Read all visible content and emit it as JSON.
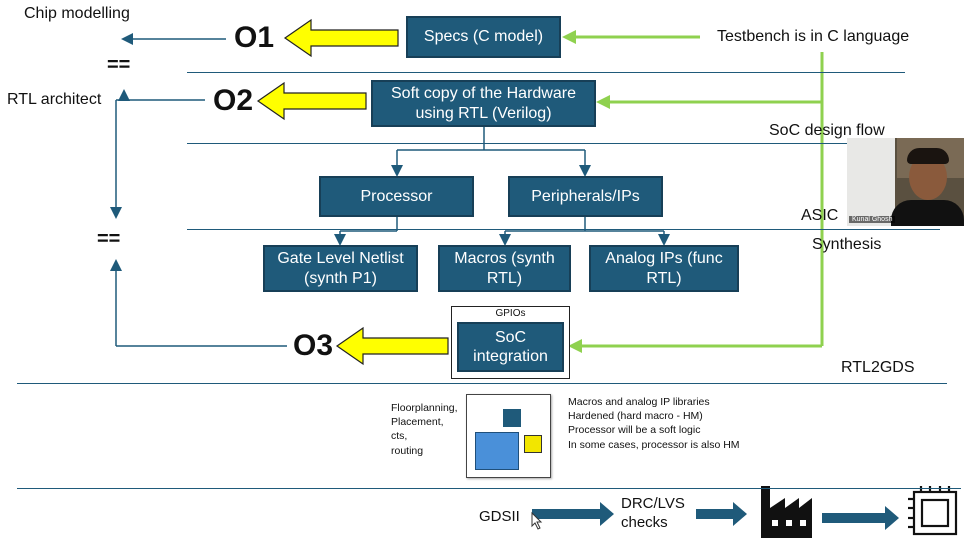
{
  "left_labels": {
    "chip_modelling": "Chip modelling",
    "rtl_architect": "RTL architect",
    "eq1": "==",
    "eq2": "=="
  },
  "outputs": {
    "o1": "O1",
    "o2": "O2",
    "o3": "O3"
  },
  "boxes": {
    "specs": "Specs (C model)",
    "soft_copy": "Soft copy of the Hardware using RTL (Verilog)",
    "processor": "Processor",
    "peripherals": "Peripherals/IPs",
    "gate_level": "Gate Level Netlist (synth P1)",
    "macros": "Macros (synth RTL)",
    "analog": "Analog IPs (func RTL)",
    "soc_integration": "SoC integration",
    "gpios": "GPIOs"
  },
  "right_labels": {
    "testbench": "Testbench is in C language",
    "soc_flow": "SoC design flow",
    "asic": "ASIC",
    "synthesis": "Synthesis",
    "rtl2gds": "RTL2GDS"
  },
  "video": {
    "name": "Kunal Ghosh"
  },
  "floorplan": {
    "left_text": [
      "Floorplanning,",
      "Placement,",
      "cts,",
      "routing"
    ],
    "right_text": [
      "Macros and analog IP libraries",
      "Hardened (hard macro - HM)",
      "Processor will be a soft logic",
      "In some cases, processor is also HM"
    ]
  },
  "bottom": {
    "gdsii": "GDSII",
    "drc": "DRC/LVS checks"
  },
  "colors": {
    "box": "#1f5a7a",
    "arrow_yellow": "#ffff00",
    "arrow_green": "#8fd14f",
    "macro_blue": "#4a90d9",
    "macro_yellow": "#f2e600"
  }
}
